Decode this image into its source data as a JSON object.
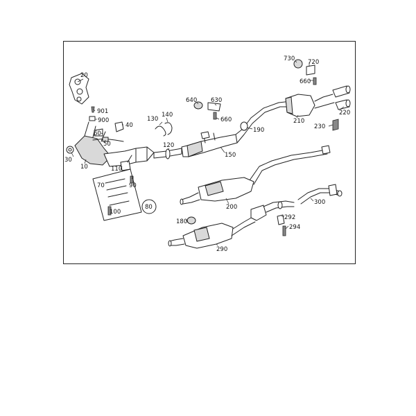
{
  "diagram": {
    "callouts": {
      "c10": "10",
      "c20": "20",
      "c30": "30",
      "c40": "40",
      "c50": "50",
      "c60": "60",
      "c70": "70",
      "c80": "80",
      "c90": "90",
      "c100": "100",
      "c110": "110",
      "c120": "120",
      "c130": "130",
      "c140": "140",
      "c150": "150",
      "c180": "180",
      "c190": "190",
      "c200": "200",
      "c210": "210",
      "c220": "220",
      "c230": "230",
      "c290": "290",
      "c292": "292",
      "c294": "294",
      "c300": "300",
      "c630": "630",
      "c640": "640",
      "c660a": "660",
      "c660b": "660",
      "c720": "720",
      "c730": "730",
      "c900": "900",
      "c901": "901"
    }
  }
}
